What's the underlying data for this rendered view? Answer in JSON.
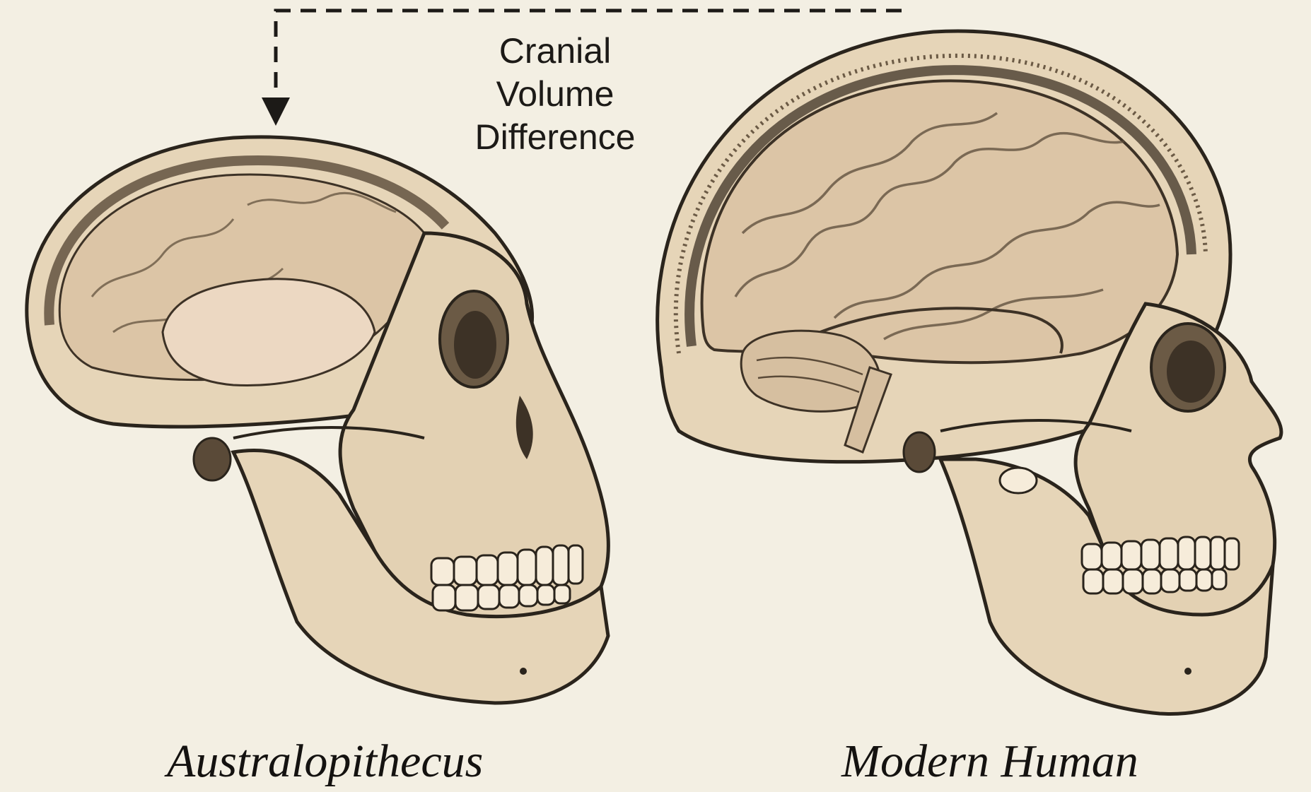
{
  "annotation": {
    "lines": [
      "Cranial",
      "Volume",
      "Difference"
    ]
  },
  "specimens": [
    {
      "label": "Australopithecus"
    },
    {
      "label": "Modern Human"
    }
  ],
  "colors": {
    "background": "#f3efe3",
    "bone": "#e6d5b8",
    "bone_shadow": "#c9b08a",
    "brain": "#dcc5a6",
    "outline": "#2a241c"
  }
}
